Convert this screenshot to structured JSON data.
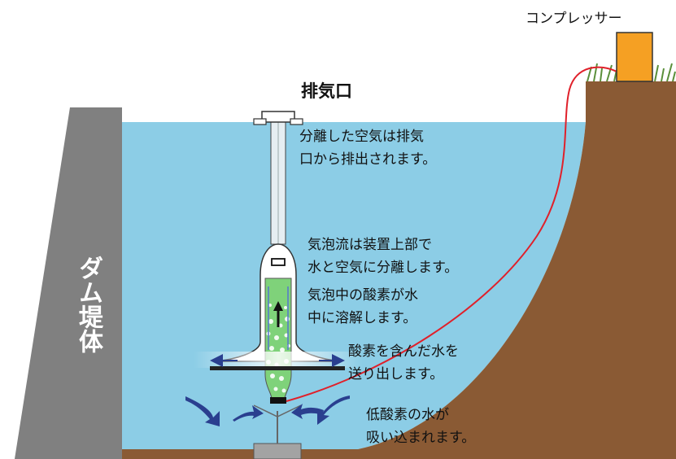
{
  "labels": {
    "compressor": "コンプレッサー",
    "exhaust_port": "排気口",
    "exhaust_note_1": "分離した空気は排気",
    "exhaust_note_2": "口から排出されます。",
    "separation_1": "気泡流は装置上部で",
    "separation_2": "水と空気に分離します。",
    "dissolve_1": "気泡中の酸素が水",
    "dissolve_2": "中に溶解します。",
    "send_out_1": "酸素を含んだ水を",
    "send_out_2": "送り出します。",
    "intake_1": "低酸素の水が",
    "intake_2": "吸い込まれます。",
    "dam_body": "ダム堤体"
  },
  "colors": {
    "water": "#8ccde6",
    "ground": "#8a5a34",
    "dam": "#808080",
    "compressor": "#f5a023",
    "air_hose": "#e0202a",
    "flow_arrow": "#2a3f8f",
    "bubble_column": "#7fd27a"
  }
}
